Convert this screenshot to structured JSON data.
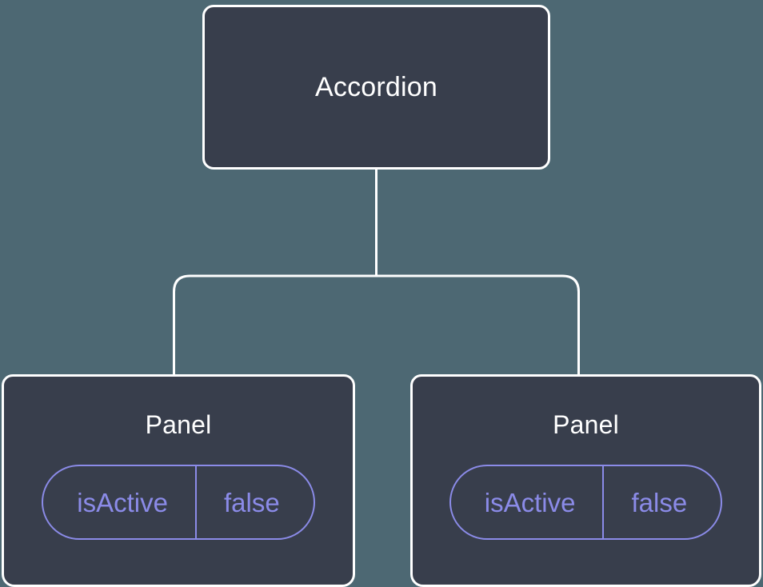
{
  "canvas": {
    "background_color": "#4d6873",
    "node_fill_color": "#383e4c",
    "node_border_color": "#ffffff",
    "edge_color": "#ffffff",
    "accent_color": "#8b8be8"
  },
  "tree": {
    "root": {
      "title": "Accordion"
    },
    "children": [
      {
        "title": "Panel",
        "props": [
          {
            "key": "isActive",
            "value": "false"
          }
        ]
      },
      {
        "title": "Panel",
        "props": [
          {
            "key": "isActive",
            "value": "false"
          }
        ]
      }
    ]
  }
}
